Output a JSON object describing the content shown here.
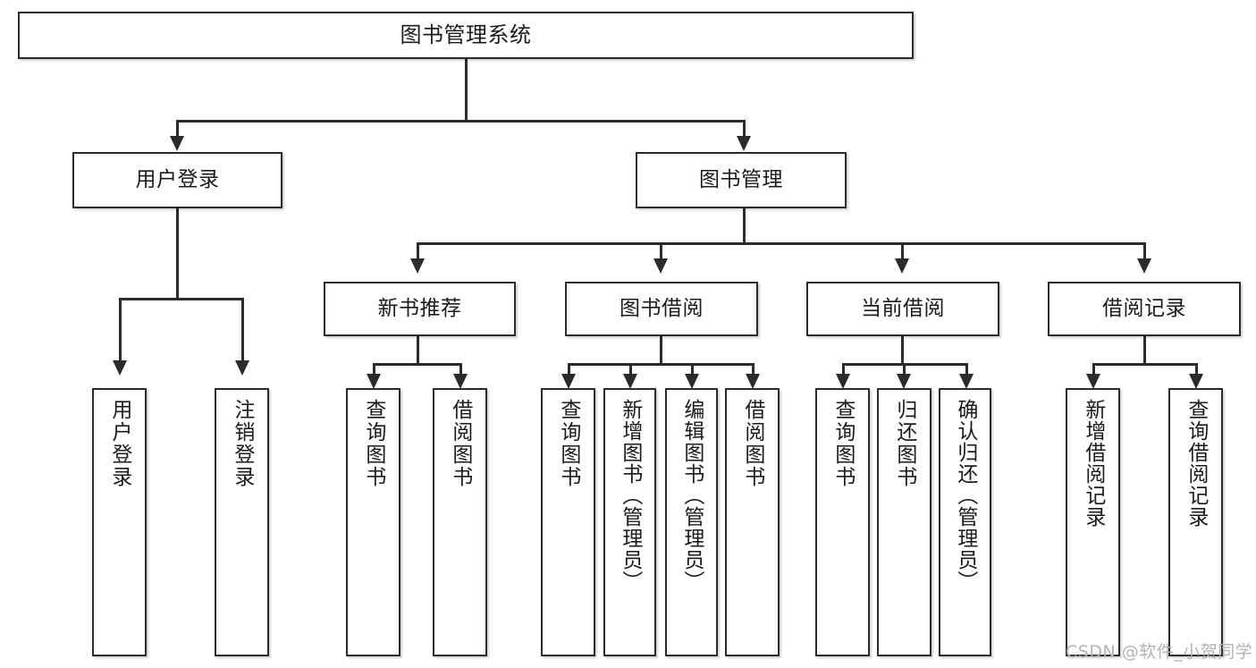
{
  "diagram": {
    "type": "tree-hierarchy-chart",
    "title": "图书管理系统",
    "colors": {
      "box_border": "#2b2b2b",
      "box_fill": "#ffffff",
      "connector": "#2b2b2b",
      "text": "#1b1b1b",
      "background": "#ffffff",
      "watermark": "#b3b3b3"
    },
    "nodes": {
      "root": {
        "label": "图书管理系统"
      },
      "level2": [
        {
          "id": "user-login",
          "label": "用户登录"
        },
        {
          "id": "book-management",
          "label": "图书管理"
        }
      ],
      "level3": [
        {
          "id": "new-book-recommend",
          "label": "新书推荐"
        },
        {
          "id": "book-borrow",
          "label": "图书借阅"
        },
        {
          "id": "current-borrow",
          "label": "当前借阅"
        },
        {
          "id": "borrow-record",
          "label": "借阅记录"
        }
      ],
      "leaves": {
        "user_login": [
          {
            "id": "leaf-user-login",
            "label": "用户登录"
          },
          {
            "id": "leaf-user-logout",
            "label": "注销登录"
          }
        ],
        "new_book_recommend": [
          {
            "id": "leaf-query-book-1",
            "label": "查询图书"
          },
          {
            "id": "leaf-borrow-book-1",
            "label": "借阅图书"
          }
        ],
        "book_borrow": [
          {
            "id": "leaf-query-book-2",
            "label": "查询图书"
          },
          {
            "id": "leaf-add-book-admin",
            "label": "新增图书（管理员）"
          },
          {
            "id": "leaf-edit-book-admin",
            "label": "编辑图书（管理员）"
          },
          {
            "id": "leaf-borrow-book-2",
            "label": "借阅图书"
          }
        ],
        "current_borrow": [
          {
            "id": "leaf-query-book-3",
            "label": "查询图书"
          },
          {
            "id": "leaf-return-book",
            "label": "归还图书"
          },
          {
            "id": "leaf-confirm-return-admin",
            "label": "确认归还（管理员）"
          }
        ],
        "borrow_record": [
          {
            "id": "leaf-add-borrow-record",
            "label": "新增借阅记录"
          },
          {
            "id": "leaf-query-borrow-record",
            "label": "查询借阅记录"
          }
        ]
      }
    },
    "watermark": "CSDN @软件_小贺同学"
  }
}
